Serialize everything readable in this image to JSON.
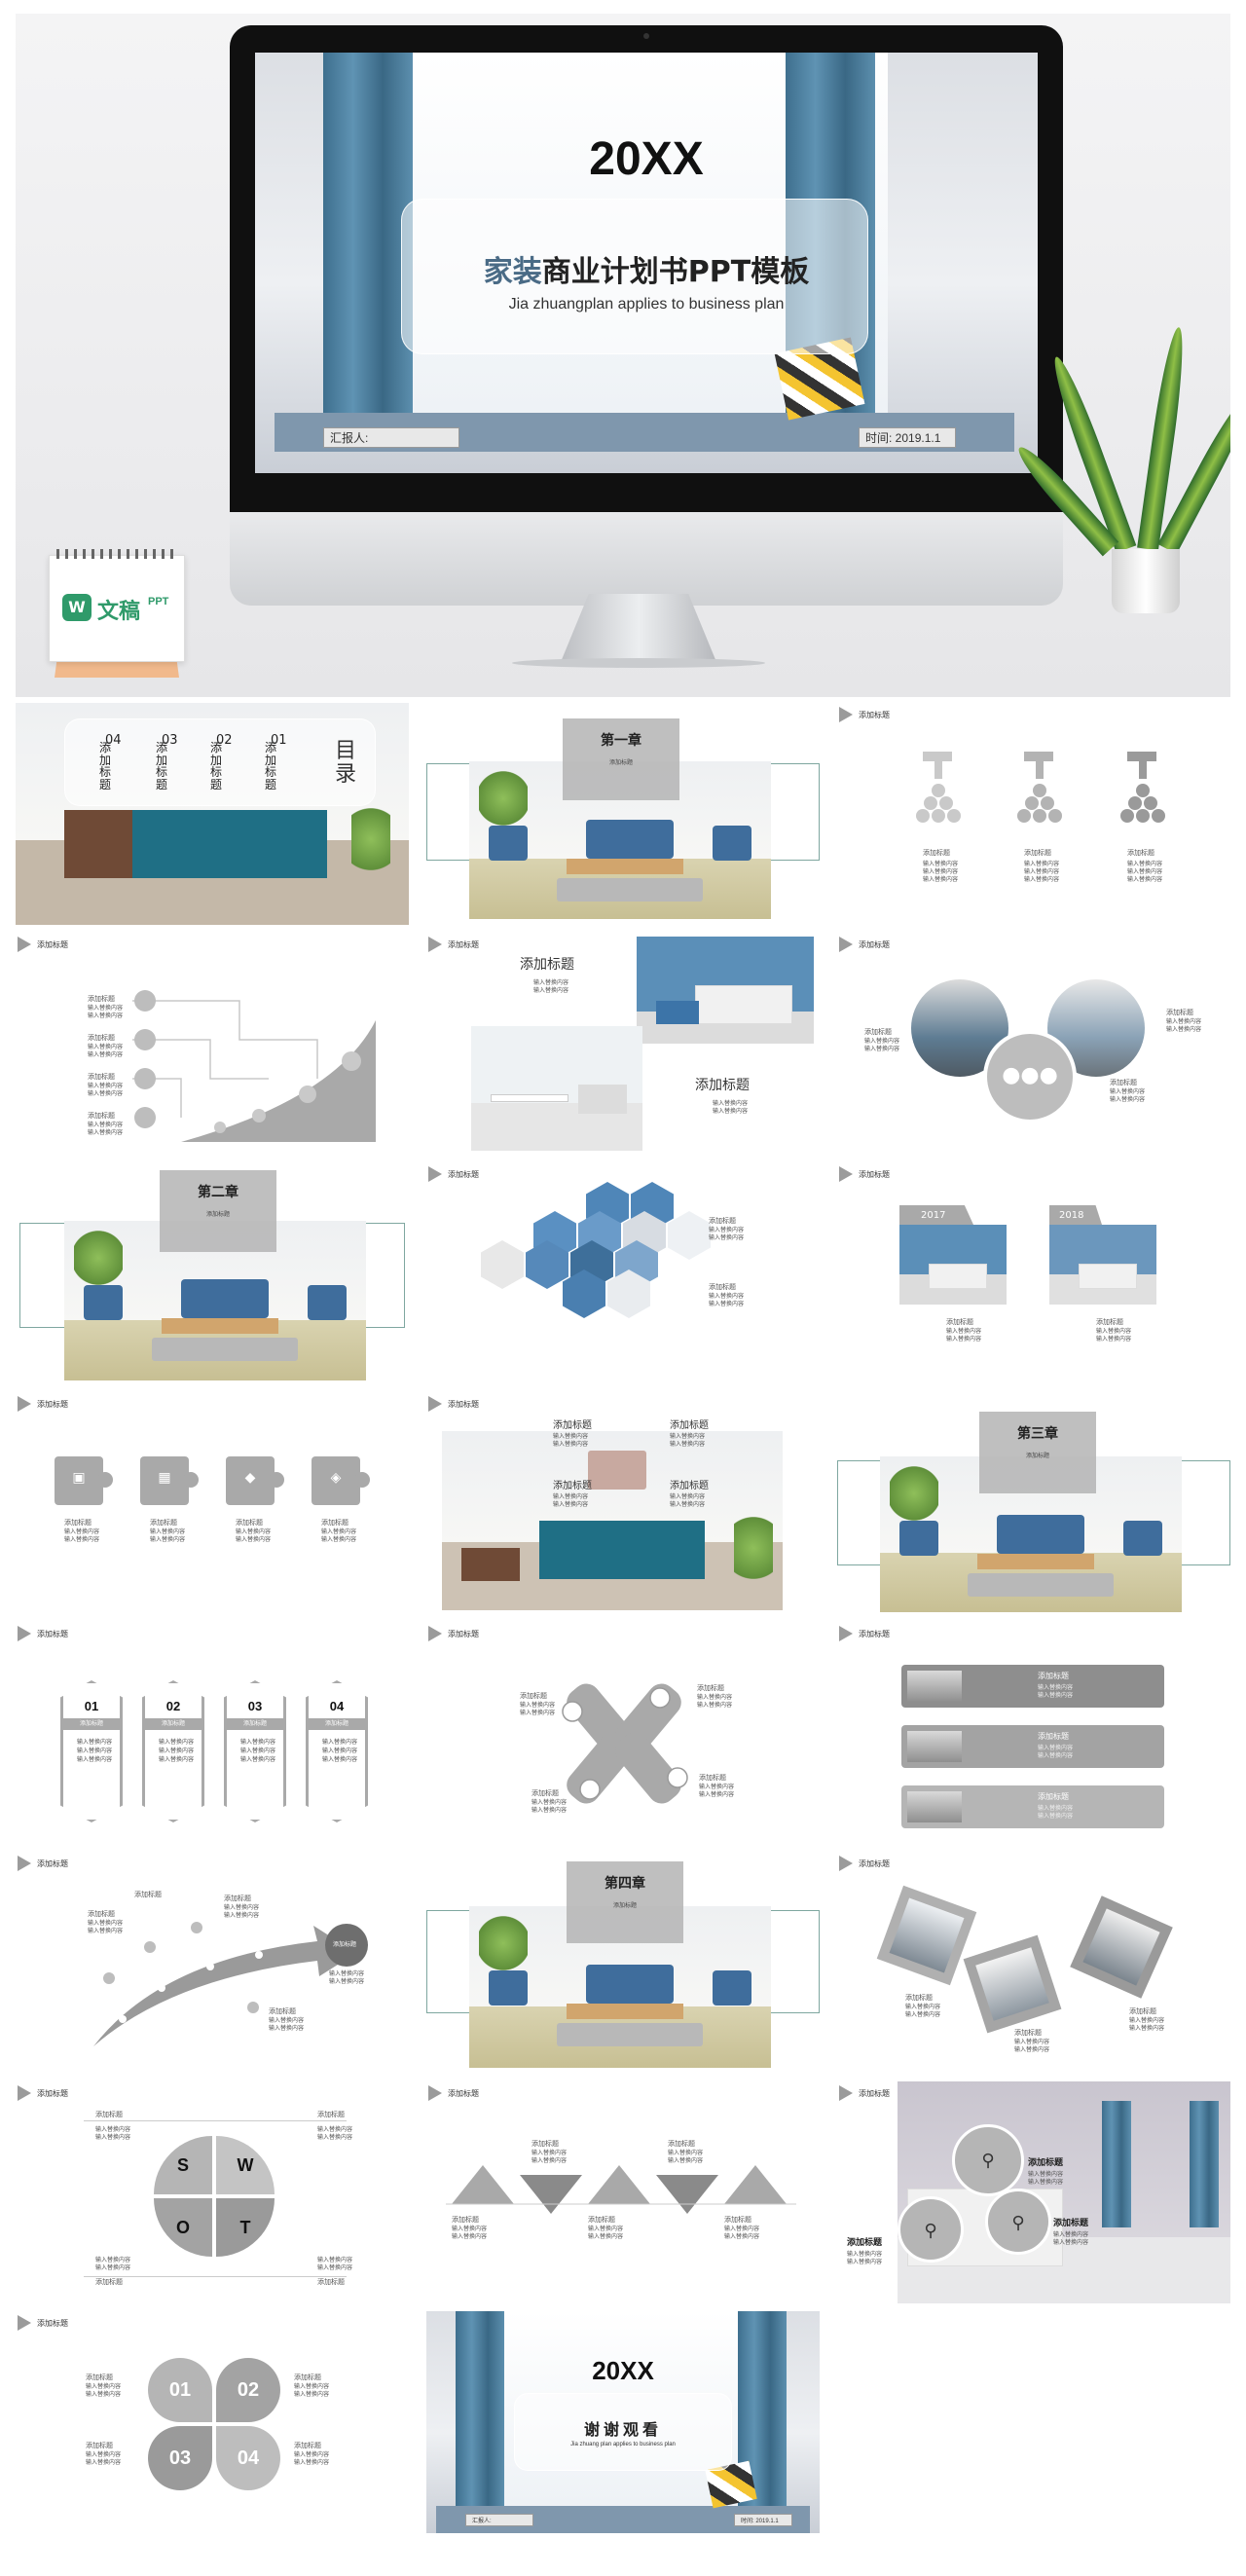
{
  "hero": {
    "year": "20XX",
    "title_accent": "家装",
    "title_rest": "商业计划书PPT模板",
    "subtitle_en": "Jia zhuangplan  applies to business plan",
    "reporter": "汇报人:",
    "date": "时间: 2019.1.1",
    "brand_name": "文稿",
    "brand_suffix": "PPT"
  },
  "labels": {
    "add_title": "添加标题",
    "input_content": "输入替换内容\n输入替换内容",
    "input_content3": "输入替换内容\n输入替换内容\n输入替换内容"
  },
  "toc": {
    "heading": "目\n录",
    "items": [
      {
        "num": "04",
        "text": "添\n加\n标\n题"
      },
      {
        "num": "03",
        "text": "添\n加\n标\n题"
      },
      {
        "num": "02",
        "text": "添\n加\n标\n题"
      },
      {
        "num": "01",
        "text": "添\n加\n标\n题"
      }
    ]
  },
  "chapters": {
    "c1": "第一章",
    "c2": "第二章",
    "c3": "第三章",
    "c4": "第四章"
  },
  "years": [
    "2017",
    "2018"
  ],
  "badges": [
    "01",
    "02",
    "03",
    "04"
  ],
  "swot": [
    "S",
    "W",
    "O",
    "T"
  ],
  "petals": [
    "01",
    "02",
    "03",
    "04"
  ],
  "closing": {
    "year": "20XX",
    "title": "谢谢观看",
    "subtitle": "Jia zhuang plan applies to business plan",
    "reporter": "汇报人:",
    "date": "时间: 2019.1.1"
  }
}
